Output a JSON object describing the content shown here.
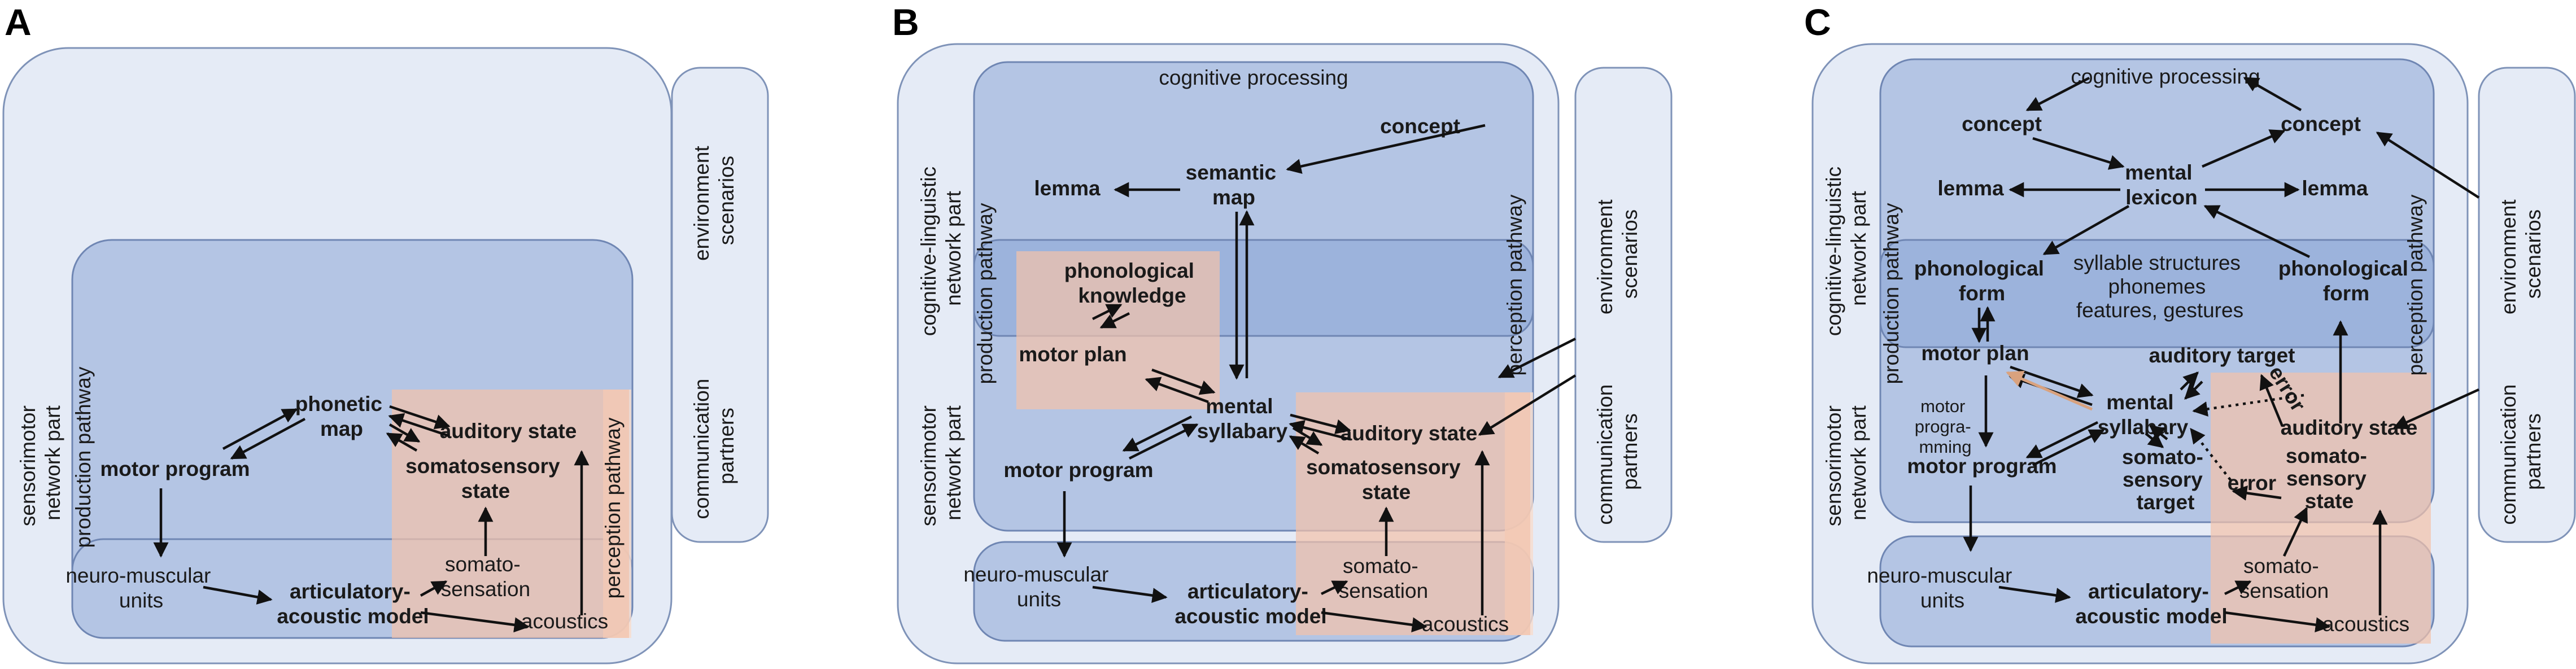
{
  "panels": {
    "a": {
      "letter": "A",
      "sensorimotor": [
        "sensorimotor",
        "network part"
      ],
      "environment": [
        "environment",
        "scenarios"
      ],
      "communication": [
        "communication",
        "partners"
      ],
      "production_pathway": "production pathway",
      "perception_pathway": "perception pathway",
      "phonetic_map": [
        "phonetic",
        "map"
      ],
      "motor_program": "motor program",
      "auditory_state": "auditory state",
      "somatosensory_state": [
        "somatosensory",
        "state"
      ],
      "neuro_muscular": [
        "neuro-muscular",
        "units"
      ],
      "articulatory": [
        "articulatory-",
        "acoustic model"
      ],
      "somato_sensation": [
        "somato-",
        "sensation"
      ],
      "acoustics": "acoustics"
    },
    "b": {
      "letter": "B",
      "cognitive_processing": "cognitive processing",
      "concept": "concept",
      "semantic_map": [
        "semantic",
        "map"
      ],
      "lemma": "lemma",
      "cognitive_linguistic": [
        "cognitive-linguistic",
        "network part"
      ],
      "sensorimotor": [
        "sensorimotor",
        "network part"
      ],
      "environment": [
        "environment",
        "scenarios"
      ],
      "communication": [
        "communication",
        "partners"
      ],
      "production_pathway": "production pathway",
      "perception_pathway": "perception pathway",
      "phonological_knowledge": [
        "phonological",
        "knowledge"
      ],
      "motor_plan": "motor plan",
      "mental_syllabary": [
        "mental",
        "syllabary"
      ],
      "auditory_state": "auditory state",
      "somatosensory_state": [
        "somatosensory",
        "state"
      ],
      "motor_program": "motor program",
      "neuro_muscular": [
        "neuro-muscular",
        "units"
      ],
      "articulatory": [
        "articulatory-",
        "acoustic model"
      ],
      "somato_sensation": [
        "somato-",
        "sensation"
      ],
      "acoustics": "acoustics"
    },
    "c": {
      "letter": "C",
      "cognitive_processing": "cognitive processing",
      "concept_left": "concept",
      "concept_right": "concept",
      "mental_lexicon": [
        "mental",
        "lexicon"
      ],
      "lemma_left": "lemma",
      "lemma_right": "lemma",
      "cognitive_linguistic": [
        "cognitive-linguistic",
        "network part"
      ],
      "sensorimotor": [
        "sensorimotor",
        "network part"
      ],
      "environment": [
        "environment",
        "scenarios"
      ],
      "communication": [
        "communication",
        "partners"
      ],
      "production_pathway": "production pathway",
      "perception_pathway": "perception pathway",
      "phonological_form_left": [
        "phonological",
        "form"
      ],
      "phonological_form_right": [
        "phonological",
        "form"
      ],
      "syllable_info": [
        "syllable structures",
        "phonemes",
        "features, gestures"
      ],
      "motor_plan": "motor plan",
      "motor_programming": [
        "motor",
        "progra-",
        "mming"
      ],
      "auditory_target": "auditory target",
      "mental_syllabary": [
        "mental",
        "syllabary"
      ],
      "error_top": "error",
      "auditory_state": "auditory state",
      "somatosensory_target": [
        "somato-",
        "sensory",
        "target"
      ],
      "error_bottom": "error",
      "somatosensory_state": [
        "somato-",
        "sensory",
        "state"
      ],
      "motor_program": "motor program",
      "neuro_muscular": [
        "neuro-muscular",
        "units"
      ],
      "articulatory": [
        "articulatory-",
        "acoustic model"
      ],
      "somato_sensation": [
        "somato-",
        "sensation"
      ],
      "acoustics": "acoustics"
    }
  },
  "colors": {
    "outer_fill": "#e5ebf6",
    "outer_stroke": "#7f93b8",
    "blue_fill": "#b4c5e4",
    "blue_mid": "#9cb3dc",
    "blue_stroke": "#6f86b3",
    "orange_fill": "#f2c2aa",
    "orange_light": "#f8dccd",
    "orange_arrow": "#d9a27e"
  }
}
